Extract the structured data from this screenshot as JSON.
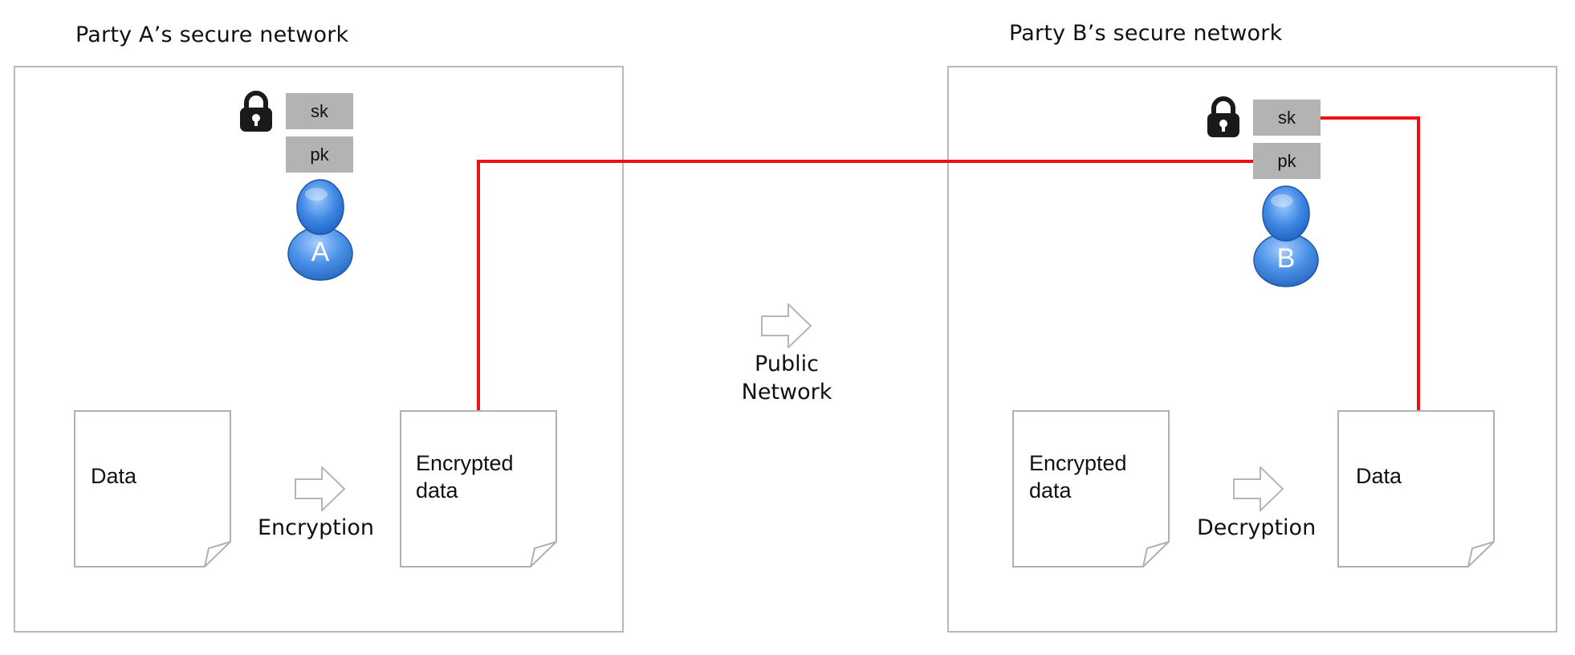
{
  "party_a": {
    "title": "Party A’s secure network",
    "keys": {
      "sk": "sk",
      "pk": "pk"
    },
    "avatar_letter": "A",
    "docs": {
      "left": "Data",
      "right": "Encrypted\ndata"
    },
    "process": "Encryption"
  },
  "party_b": {
    "title": "Party B’s secure network",
    "keys": {
      "sk": "sk",
      "pk": "pk"
    },
    "avatar_letter": "B",
    "docs": {
      "left": "Encrypted\ndata",
      "right": "Data"
    },
    "process": "Decryption"
  },
  "public_network": {
    "label": "Public\nNetwork"
  },
  "colors": {
    "connector": "#ee1111",
    "frame": "#b8b8b8",
    "key_box": "#b3b3b3",
    "avatar": "#3f88e3"
  },
  "icons": {
    "lock": "lock-icon",
    "user": "user-avatar-icon",
    "arrow": "right-arrow-icon",
    "document": "document-icon"
  }
}
